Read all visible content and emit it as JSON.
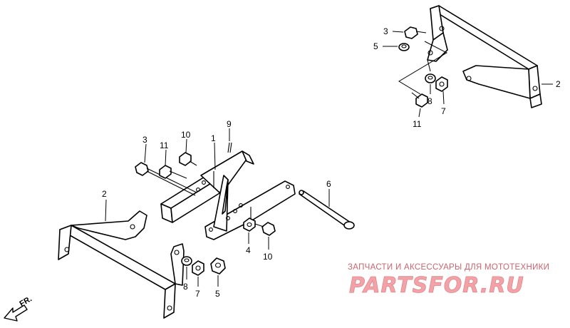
{
  "callouts": {
    "c1": "1",
    "c2_left": "2",
    "c2_right": "2",
    "c3_left": "3",
    "c3_right": "3",
    "c4": "4",
    "c5_left": "5",
    "c5_right": "5",
    "c6": "6",
    "c7_left": "7",
    "c7_right": "7",
    "c8_left": "8",
    "c8_right": "8",
    "c9": "9",
    "c10_top": "10",
    "c10_bottom": "10",
    "c11_left": "11",
    "c11_right": "11"
  },
  "direction_label": "FR.",
  "watermark": {
    "tagline": "ЗАПЧАСТИ И АКСЕССУАРЫ ДЛЯ МОТОТЕХНИКИ",
    "logo": "PARTSFOR.RU"
  }
}
